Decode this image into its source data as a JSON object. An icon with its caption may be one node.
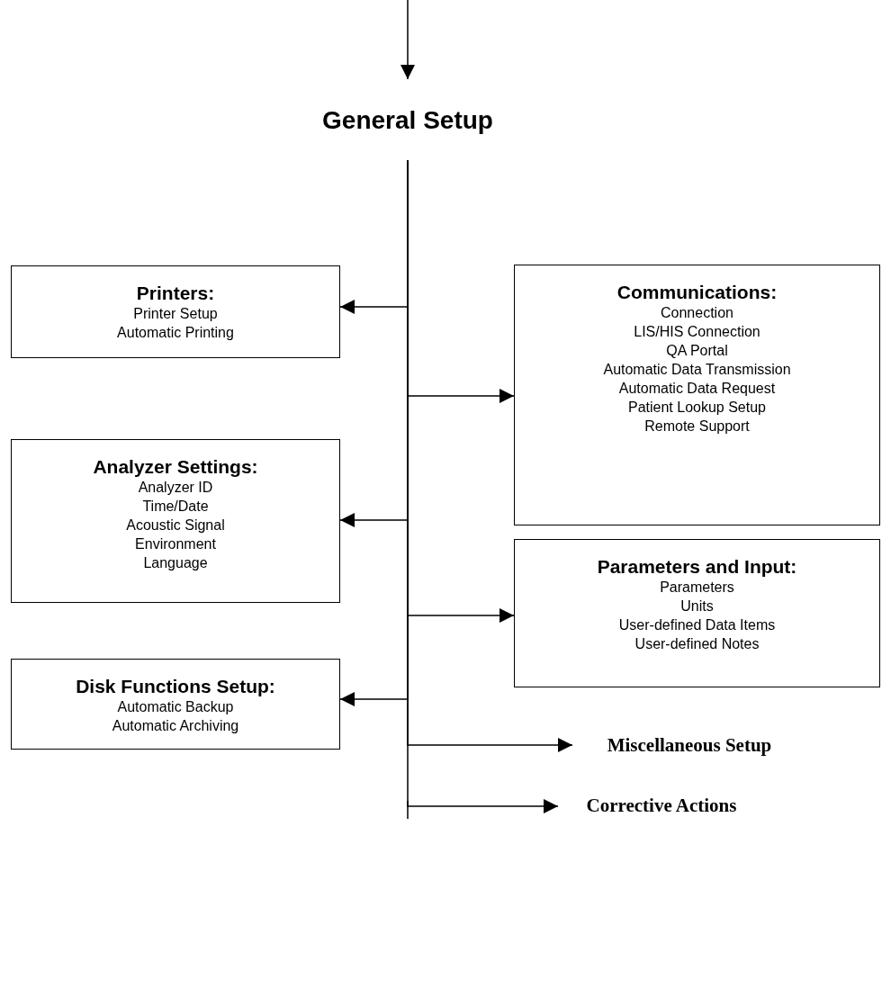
{
  "diagram": {
    "nodes": [
      {
        "text": [
          "General Setup"
        ]
      },
      {
        "text": [
          "Printers:",
          "Printer Setup",
          "Automatic Printing"
        ]
      },
      {
        "text": [
          "Communications:",
          "Connection",
          "LIS/HIS Connection",
          "QA Portal",
          "Automatic Data Transmission",
          "Automatic Data Request",
          "Patient Lookup Setup",
          "Remote Support"
        ]
      },
      {
        "text": [
          "Analyzer Settings:",
          "Analyzer ID",
          "Time/Date",
          "Acoustic Signal",
          "Environment",
          "Language"
        ]
      },
      {
        "text": [
          "Parameters and Input:",
          "Parameters",
          "Units",
          "User-defined Data Items",
          "User-defined Notes"
        ]
      },
      {
        "text": [
          "Disk Functions Setup:",
          "Automatic Backup",
          "Automatic Archiving"
        ]
      },
      {
        "text": [
          "Miscellaneous Setup"
        ]
      },
      {
        "text": [
          "Corrective Actions"
        ]
      }
    ],
    "edges": [
      {
        "from": null,
        "to": 0,
        "arrow": "to"
      },
      {
        "from": 0,
        "to": 1,
        "arrow": "to"
      },
      {
        "from": 0,
        "to": 2,
        "arrow": "to"
      },
      {
        "from": 0,
        "to": 3,
        "arrow": "to"
      },
      {
        "from": 0,
        "to": 4,
        "arrow": "to"
      },
      {
        "from": 0,
        "to": 5,
        "arrow": "to"
      },
      {
        "from": 0,
        "to": 6,
        "arrow": "to"
      },
      {
        "from": 0,
        "to": 7,
        "arrow": "to"
      }
    ]
  }
}
